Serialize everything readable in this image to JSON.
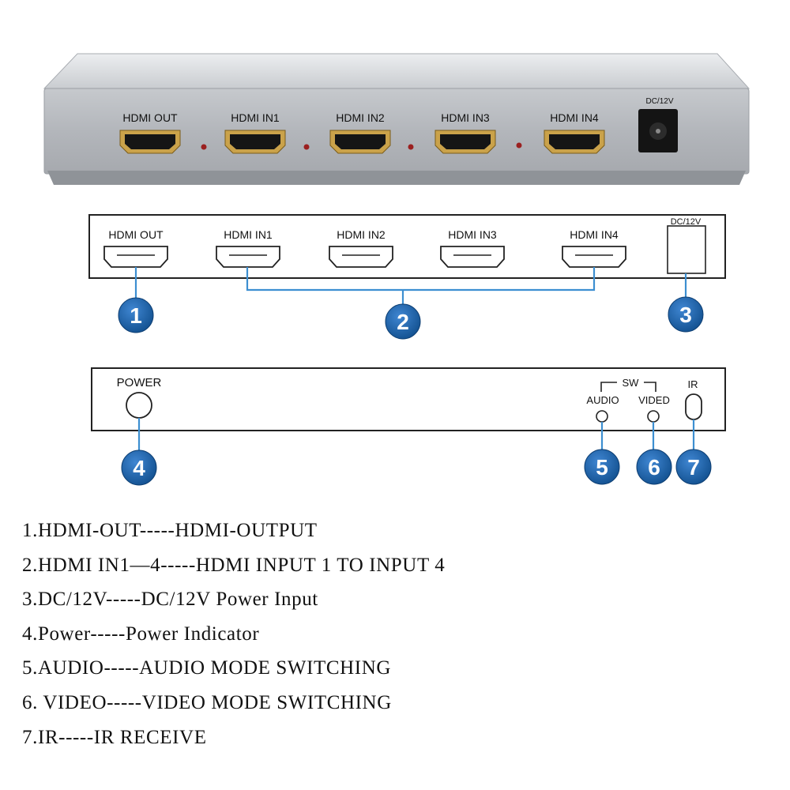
{
  "photo": {
    "ports": [
      {
        "label": "HDMI OUT"
      },
      {
        "label": "HDMI IN1"
      },
      {
        "label": "HDMI IN2"
      },
      {
        "label": "HDMI IN3"
      },
      {
        "label": "HDMI IN4"
      }
    ],
    "dc_label": "DC/12V"
  },
  "front_panel": {
    "ports": [
      {
        "label": "HDMI OUT"
      },
      {
        "label": "HDMI IN1"
      },
      {
        "label": "HDMI IN2"
      },
      {
        "label": "HDMI IN3"
      },
      {
        "label": "HDMI IN4"
      }
    ],
    "dc_label": "DC/12V"
  },
  "back_panel": {
    "power_label": "POWER",
    "sw_label": "SW",
    "audio_label": "AUDIO",
    "video_label": "VIDED",
    "ir_label": "IR"
  },
  "callouts": [
    "1",
    "2",
    "3",
    "4",
    "5",
    "6",
    "7"
  ],
  "legend": [
    "1.HDMI-OUT-----HDMI-OUTPUT",
    "2.HDMI IN1—4-----HDMI INPUT 1 TO INPUT 4",
    "3.DC/12V-----DC/12V Power Input",
    "4.Power-----Power Indicator",
    "5.AUDIO-----AUDIO MODE SWITCHING",
    "6. VIDEO-----VIDEO MODE SWITCHING",
    "7.IR-----IR RECEIVE"
  ],
  "colors": {
    "callout_blue": "#1a5fa8",
    "connector_line": "#3d8fd1",
    "device_gray": "#b9bcc0",
    "led_red": "#9b2020"
  }
}
